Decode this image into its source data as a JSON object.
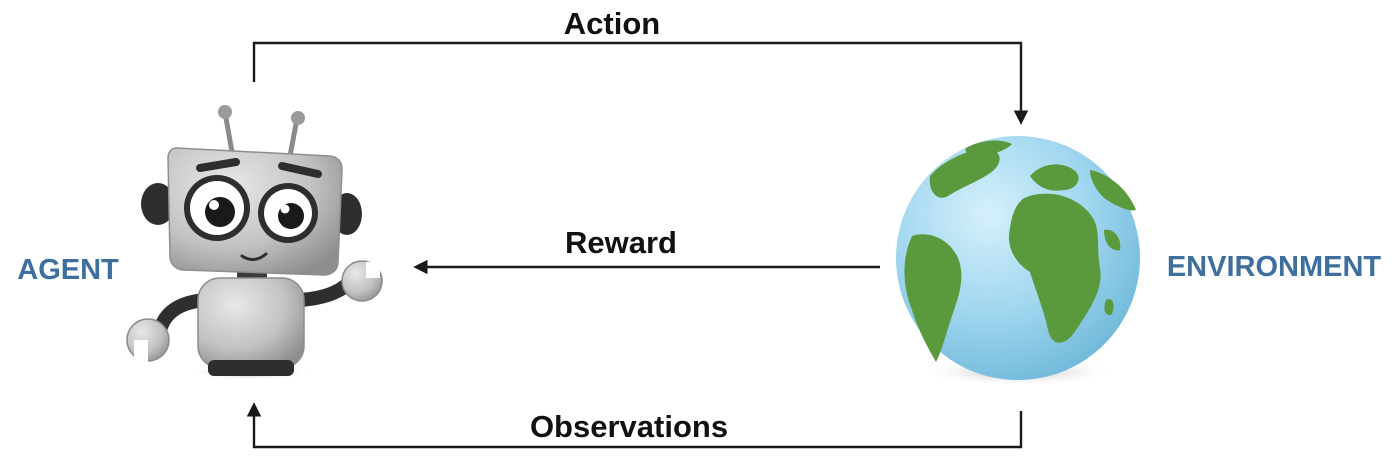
{
  "edges": {
    "action": "Action",
    "reward": "Reward",
    "observations": "Observations"
  },
  "nodes": {
    "agent": "AGENT",
    "environment": "ENVIRONMENT"
  },
  "colors": {
    "node_label": "#3f6f9f",
    "line": "#1a1a1a",
    "ocean": "#9fd6ef",
    "land": "#5a9a3c",
    "robot_body": "#c2c2c2",
    "robot_dark": "#2e2e2e"
  },
  "icons": {
    "agent": "robot-icon",
    "environment": "globe-icon"
  }
}
